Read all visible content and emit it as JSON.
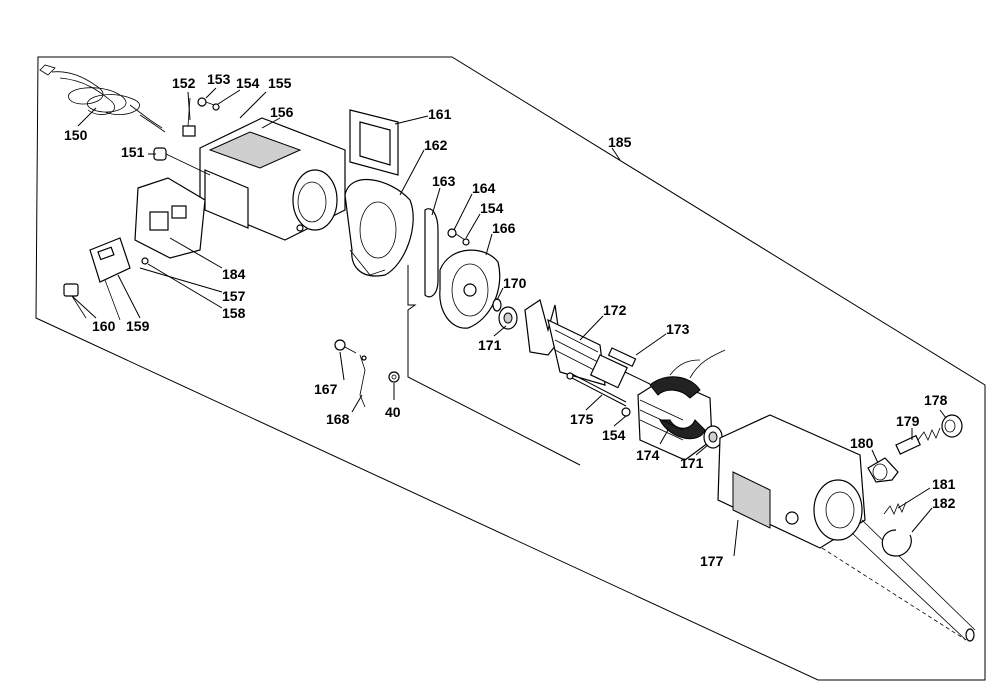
{
  "labels": {
    "l150": "150",
    "l152": "152",
    "l153": "153",
    "l154a": "154",
    "l155": "155",
    "l156": "156",
    "l151": "151",
    "l161": "161",
    "l162": "162",
    "l163": "163",
    "l164": "164",
    "l154b": "154",
    "l166": "166",
    "l185": "185",
    "l184": "184",
    "l157": "157",
    "l158": "158",
    "l160": "160",
    "l159": "159",
    "l170": "170",
    "l171a": "171",
    "l172": "172",
    "l173": "173",
    "l167": "167",
    "l168": "168",
    "l40": "40",
    "l175": "175",
    "l154c": "154",
    "l174": "174",
    "l171b": "171",
    "l178": "178",
    "l179": "179",
    "l180": "180",
    "l181": "181",
    "l182": "182",
    "l177": "177"
  },
  "colors": {
    "line": "#000000",
    "background": "#ffffff",
    "shading": "#cfcfcf"
  }
}
